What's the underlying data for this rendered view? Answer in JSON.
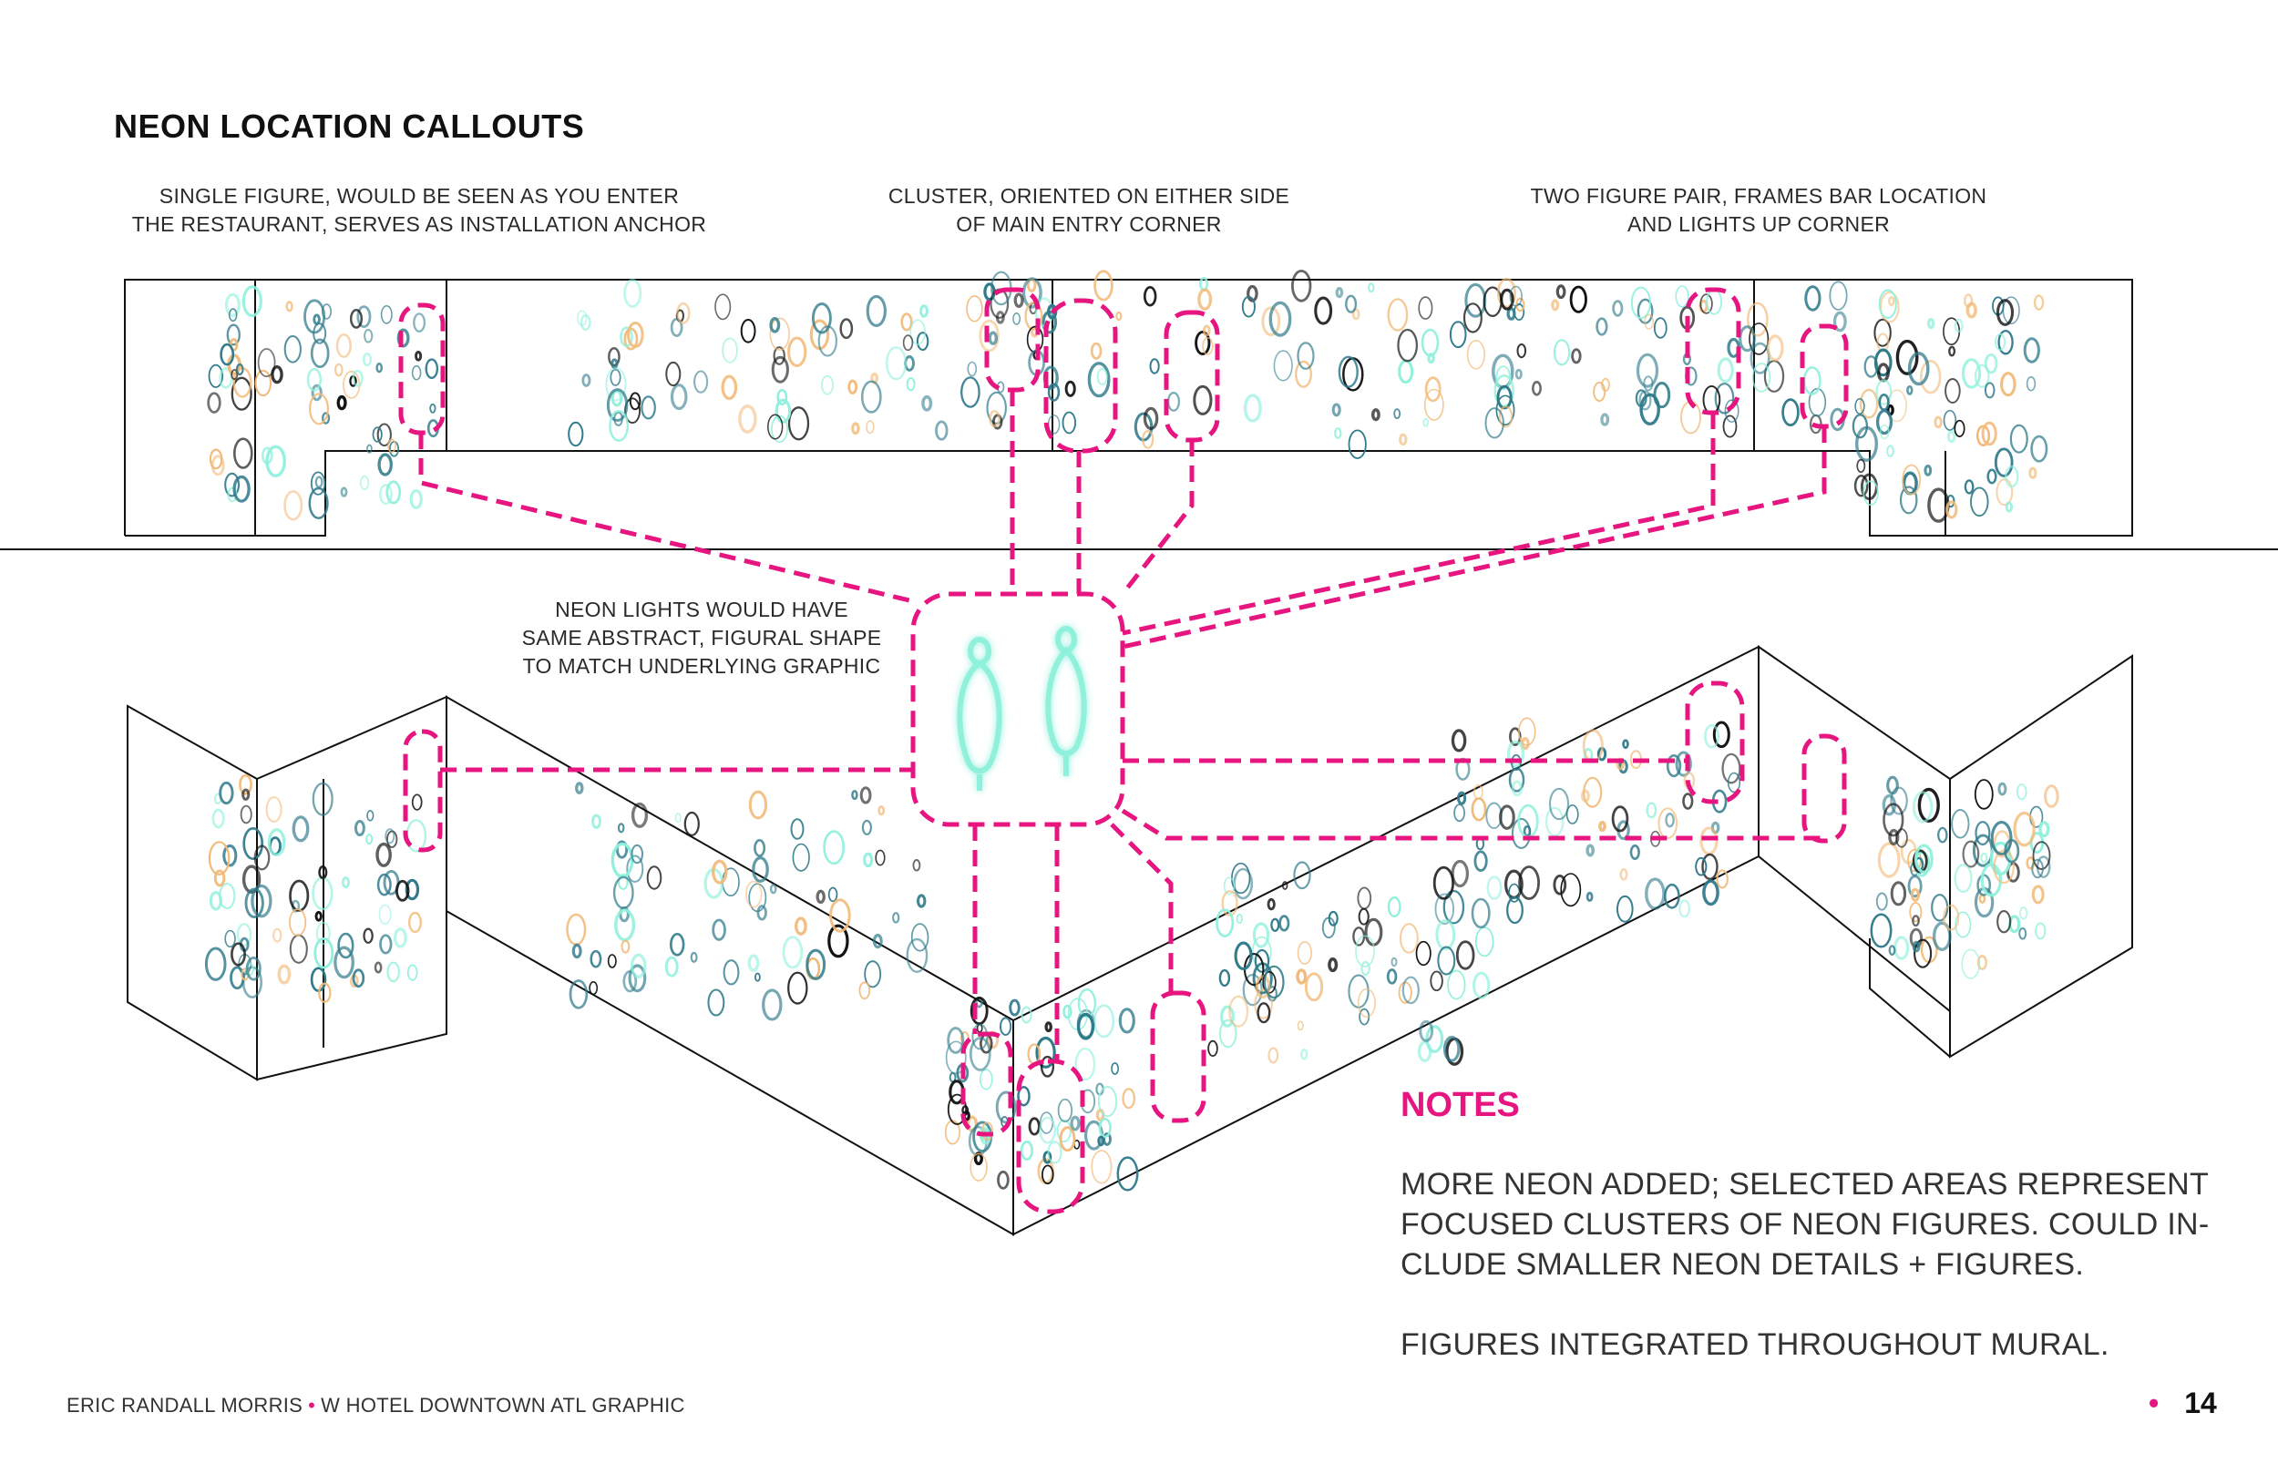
{
  "title": "NEON LOCATION CALLOUTS",
  "callouts": {
    "left": [
      "SINGLE FIGURE, WOULD BE SEEN AS YOU ENTER",
      "THE RESTAURANT, SERVES AS INSTALLATION ANCHOR"
    ],
    "center": [
      "CLUSTER, ORIENTED ON EITHER SIDE",
      "OF MAIN ENTRY CORNER"
    ],
    "right": [
      "TWO FIGURE PAIR, FRAMES BAR LOCATION",
      "AND LIGHTS UP CORNER"
    ],
    "neon": [
      "NEON LIGHTS WOULD HAVE",
      "SAME ABSTRACT, FIGURAL SHAPE",
      "TO MATCH UNDERLYING GRAPHIC"
    ]
  },
  "notes": {
    "heading": "NOTES",
    "lines": [
      "MORE NEON ADDED; SELECTED AREAS REPRESENT",
      "FOCUSED CLUSTERS OF NEON FIGURES. COULD IN-",
      "CLUDE SMALLER NEON DETAILS + FIGURES.",
      "FIGURES INTEGRATED THROUGHOUT MURAL."
    ]
  },
  "footer": {
    "author": "ERIC RANDALL MORRIS",
    "project": "W HOTEL DOWNTOWN ATL GRAPHIC",
    "page": "14"
  },
  "colors": {
    "accent": "#e6157f",
    "neon": "#8ff0dc",
    "teal": "#2f7a8a",
    "peach": "#f2b977",
    "line": "#111111"
  }
}
